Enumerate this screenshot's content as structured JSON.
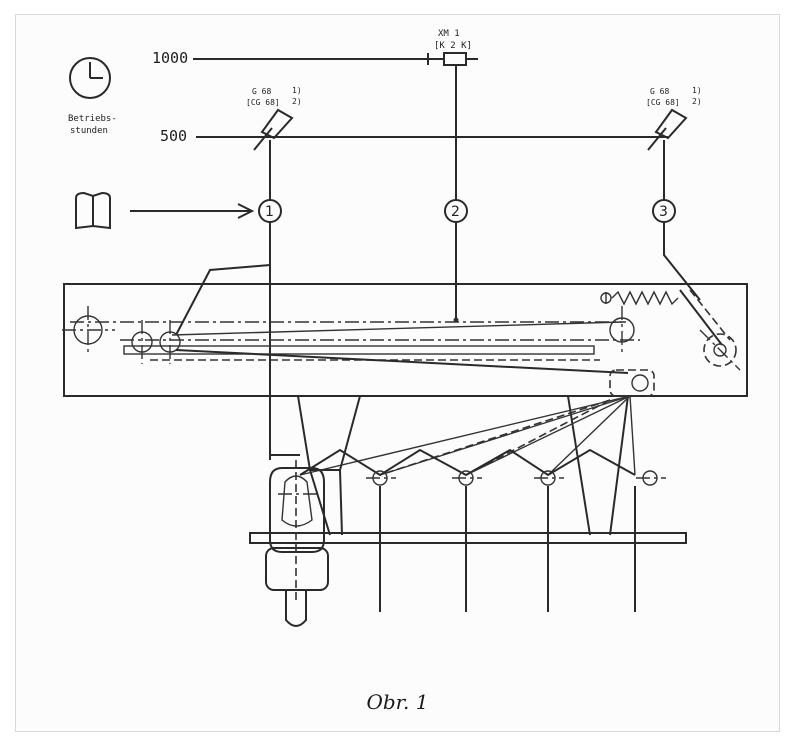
{
  "levels": {
    "level_1000": "1000",
    "level_500": "500"
  },
  "clock": {
    "label_line1": "Betriebs-",
    "label_line2": "stunden",
    "icon": "clock-icon"
  },
  "manual": {
    "icon": "open-book-icon"
  },
  "nipple_left": {
    "line1": "G 68",
    "line2": "[CG 68]",
    "note1": "1)",
    "note2": "2)"
  },
  "nipple_right": {
    "line1": "G 68",
    "line2": "[CG 68]",
    "note1": "1)",
    "note2": "2)"
  },
  "top_component": {
    "line1": "XM 1",
    "line2": "[K 2 K]"
  },
  "points": [
    "1",
    "2",
    "3"
  ],
  "caption": "Obr. 1"
}
